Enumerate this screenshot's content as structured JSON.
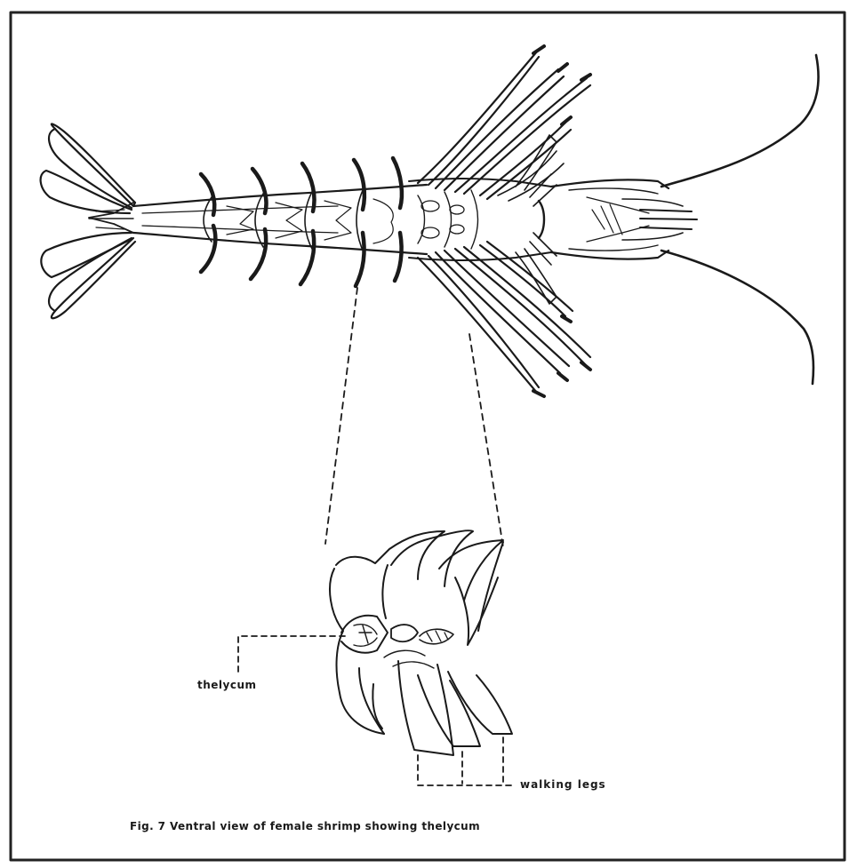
{
  "figure": {
    "caption": "Fig. 7  Ventral view of female shrimp showing thelycum",
    "labels": {
      "thelycum": "thelycum",
      "walking_legs": "walking legs"
    },
    "colors": {
      "ink": "#1a1a1a",
      "paper": "#ffffff",
      "frame": "#222222"
    }
  }
}
